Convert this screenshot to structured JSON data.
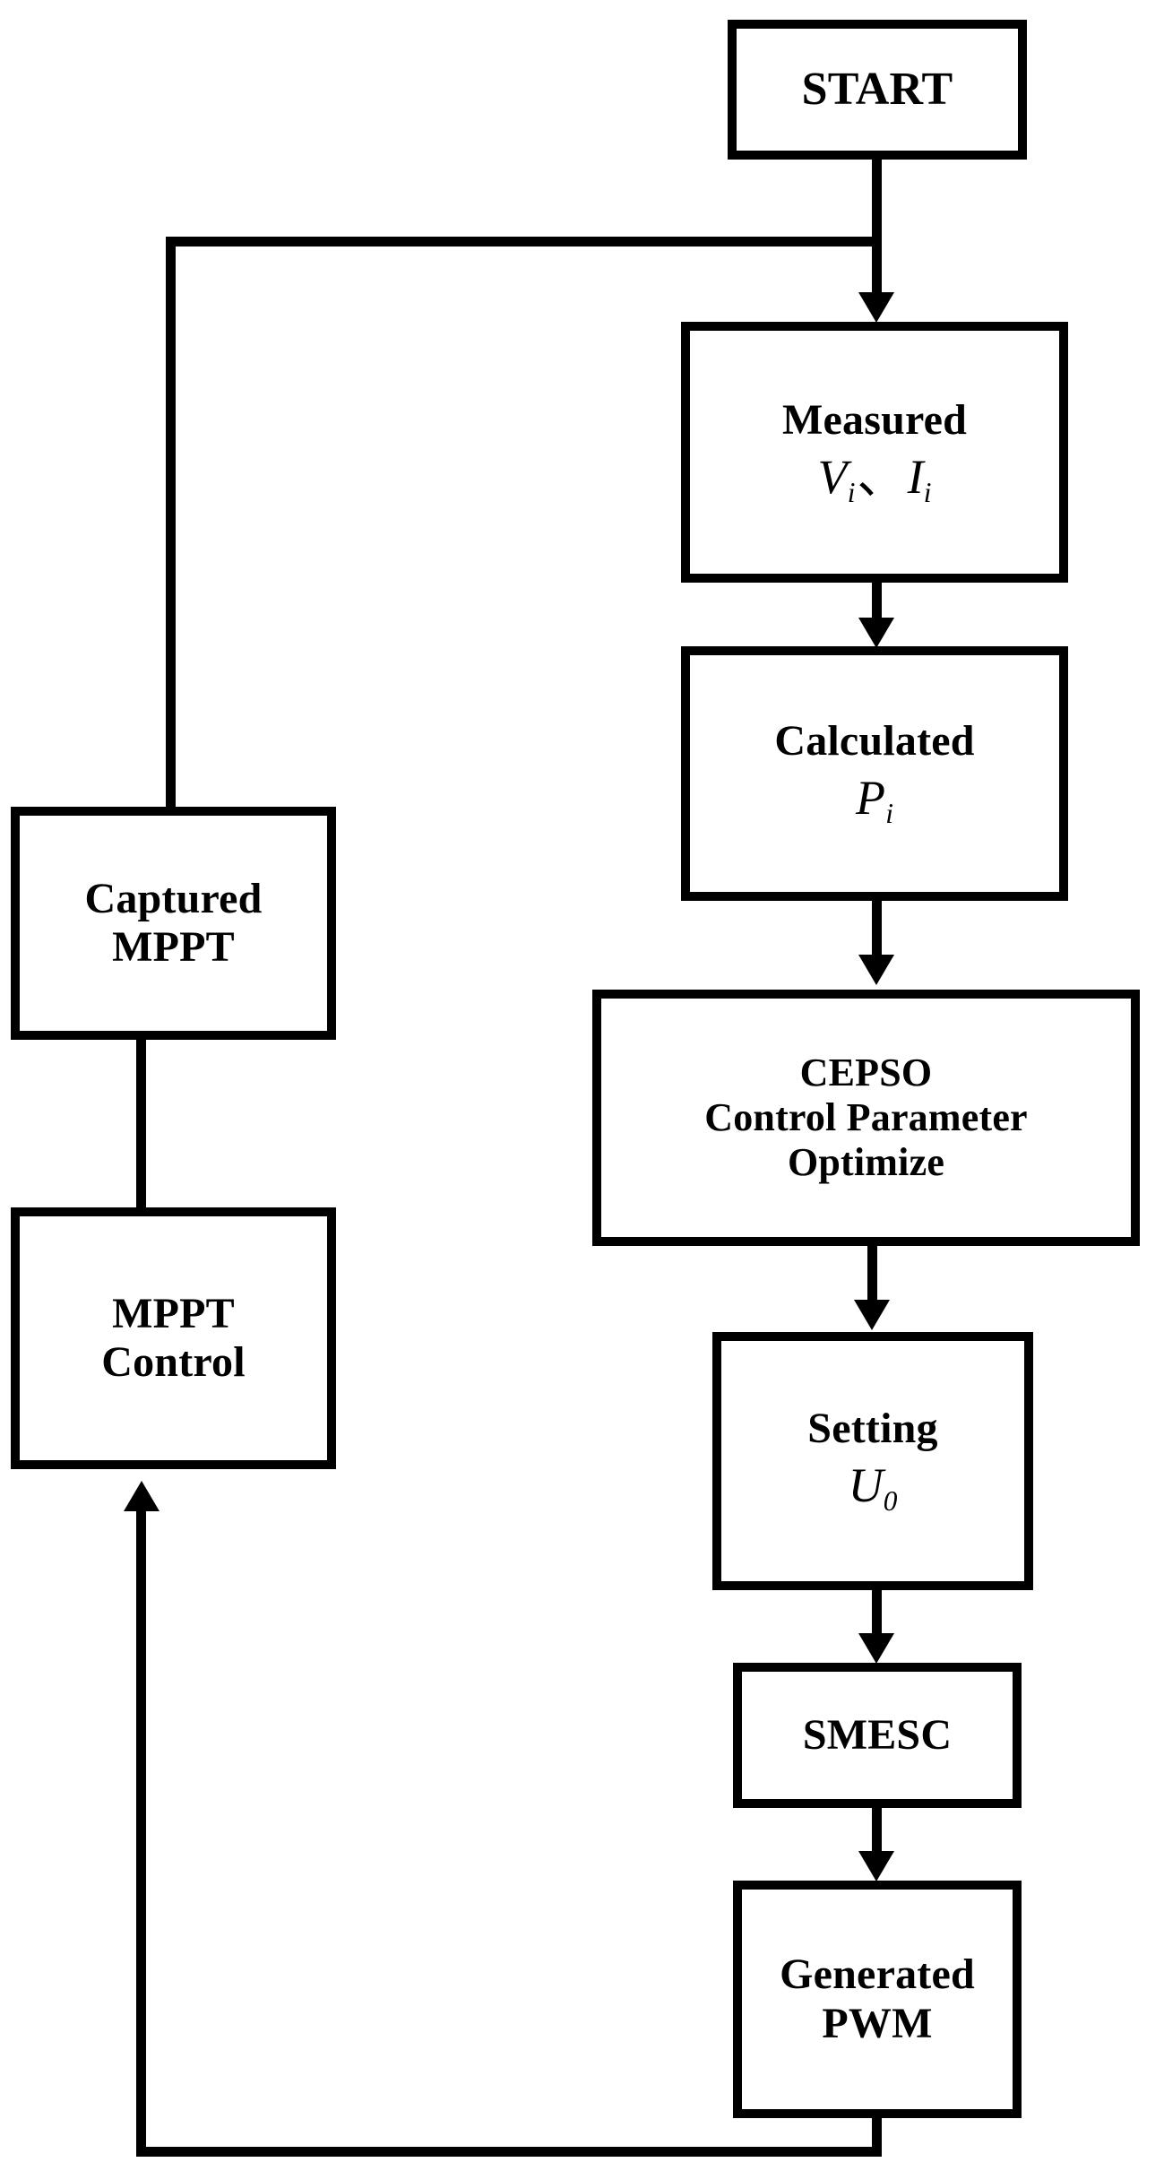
{
  "diagram": {
    "title": "MPPT control flowchart with CEPSO parameter optimization",
    "background_color": "#ffffff",
    "line_color": "#000000",
    "nodes": [
      {
        "id": "start",
        "label": "START",
        "lines": [
          "START"
        ]
      },
      {
        "id": "measured",
        "label": "Measured Vi Ii",
        "lines": [
          "Measured"
        ],
        "variables": [
          {
            "symbol": "V",
            "subscript": "i"
          },
          {
            "symbol": "I",
            "subscript": "i"
          }
        ],
        "separator": "、"
      },
      {
        "id": "calculated",
        "label": "Calculated Pi",
        "lines": [
          "Calculated"
        ],
        "variables": [
          {
            "symbol": "P",
            "subscript": "i"
          }
        ]
      },
      {
        "id": "cepso",
        "label": "CEPSO Control Parameter Optimize",
        "lines": [
          "CEPSO",
          "Control Parameter",
          "Optimize"
        ]
      },
      {
        "id": "setting",
        "label": "Setting U0",
        "lines": [
          "Setting"
        ],
        "variables": [
          {
            "symbol": "U",
            "subscript": "0"
          }
        ]
      },
      {
        "id": "smesc",
        "label": "SMESC",
        "lines": [
          "SMESC"
        ]
      },
      {
        "id": "pwm",
        "label": "Generated PWM",
        "lines": [
          "Generated",
          "PWM"
        ]
      },
      {
        "id": "captured",
        "label": "Captured MPPT",
        "lines": [
          "Captured",
          "MPPT"
        ]
      },
      {
        "id": "control",
        "label": "MPPT Control",
        "lines": [
          "MPPT",
          "Control"
        ]
      }
    ],
    "edges": [
      {
        "from": "start",
        "to": "measured",
        "arrow": "down"
      },
      {
        "from": "measured",
        "to": "calculated",
        "arrow": "down"
      },
      {
        "from": "calculated",
        "to": "cepso",
        "arrow": "down"
      },
      {
        "from": "cepso",
        "to": "setting",
        "arrow": "down"
      },
      {
        "from": "setting",
        "to": "smesc",
        "arrow": "down"
      },
      {
        "from": "smesc",
        "to": "pwm",
        "arrow": "down"
      },
      {
        "from": "pwm",
        "to": "control",
        "arrow": "up",
        "routing": "bottom-feedback"
      },
      {
        "from": "control",
        "to": "captured",
        "arrow": "up"
      },
      {
        "from": "captured",
        "to": "measured",
        "arrow": "down",
        "routing": "top-feedback"
      }
    ]
  },
  "labels": {
    "start": "START",
    "measured_title": "Measured",
    "measured_v": "V",
    "measured_v_sub": "i",
    "measured_sep": "、",
    "measured_i": "I",
    "measured_i_sub": "i",
    "calculated_title": "Calculated",
    "calculated_p": "P",
    "calculated_p_sub": "i",
    "cepso_l1": "CEPSO",
    "cepso_l2": "Control Parameter",
    "cepso_l3": "Optimize",
    "setting_title": "Setting",
    "setting_u": "U",
    "setting_u_sub": "0",
    "smesc": "SMESC",
    "pwm_l1": "Generated",
    "pwm_l2": "PWM",
    "captured_l1": "Captured",
    "captured_l2": "MPPT",
    "control_l1": "MPPT",
    "control_l2": "Control"
  }
}
